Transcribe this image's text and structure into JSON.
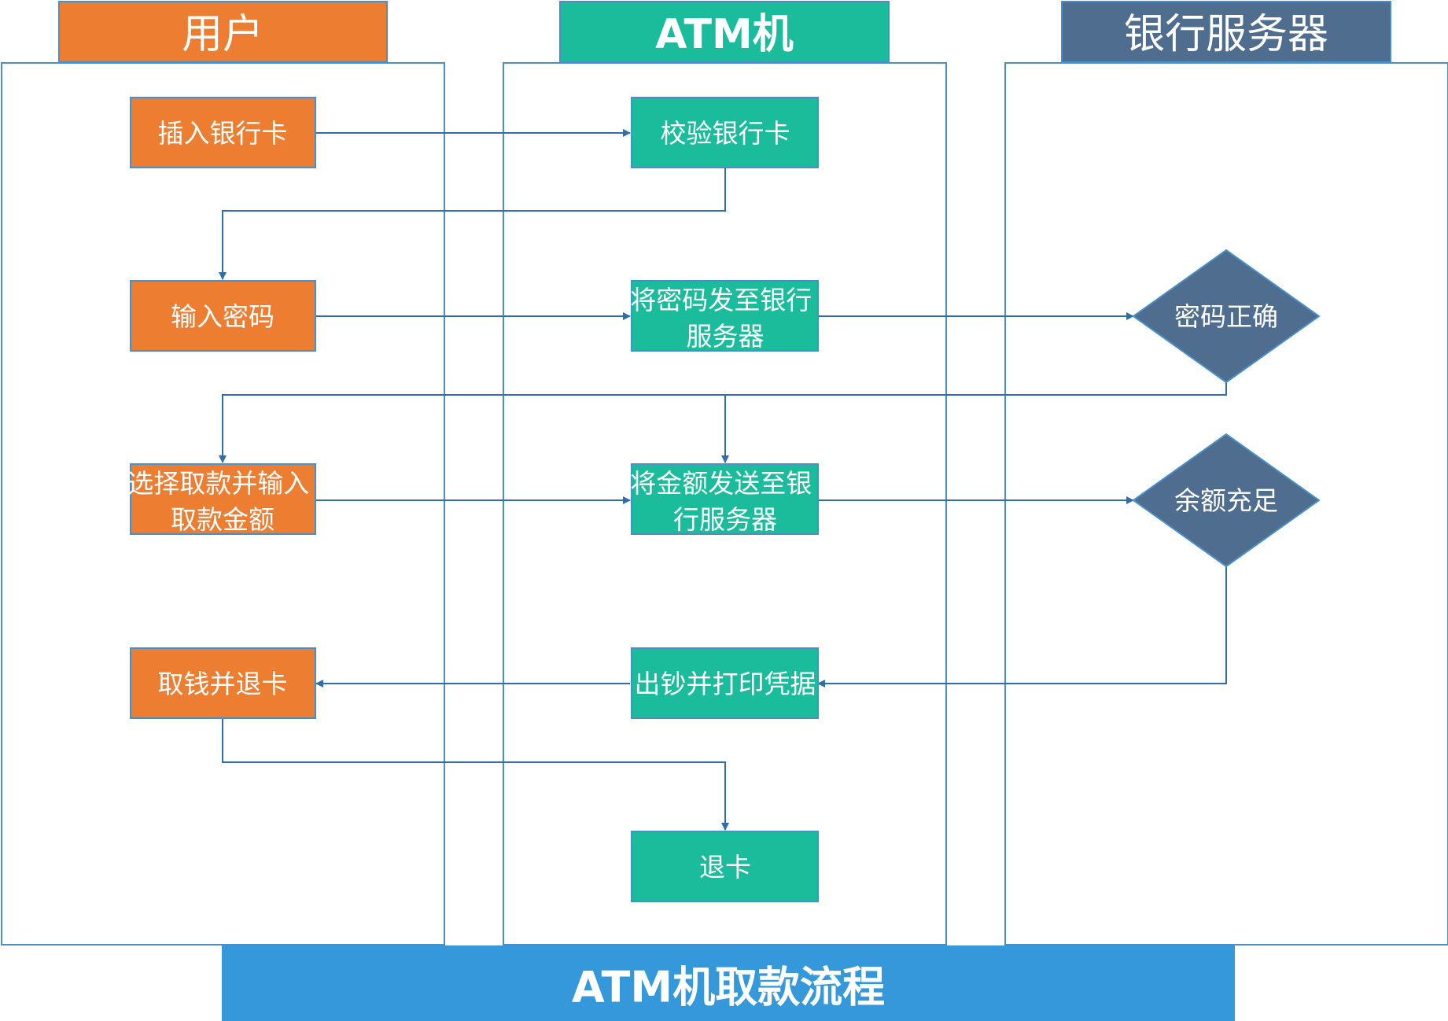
{
  "colors": {
    "user": "#ED7D31",
    "atm": "#1ABC9C",
    "server": "#4E6D8F",
    "footer": "#3498DB",
    "arrow": "#2F6EA8",
    "lane_border": "#4A90C8",
    "text": "#FFFFFF"
  },
  "lanes": {
    "user": {
      "title": "用户"
    },
    "atm": {
      "title": "ATM机"
    },
    "server": {
      "title": "银行服务器"
    }
  },
  "steps": {
    "insert_card": [
      "插入银行卡"
    ],
    "enter_password": [
      "输入密码"
    ],
    "select_amount": [
      "选择取款并输入",
      "取款金额"
    ],
    "take_cash": [
      "取钱并退卡"
    ],
    "verify_card": [
      "校验银行卡"
    ],
    "send_password": [
      "将密码发至银行",
      "服务器"
    ],
    "send_amount": [
      "将金额发送至银",
      "行服务器"
    ],
    "dispense": [
      "出钞并打印凭据"
    ],
    "eject_card": [
      "退卡"
    ],
    "password_ok": [
      "密码正确"
    ],
    "balance_ok": [
      "余额充足"
    ]
  },
  "footer": {
    "title": "ATM机取款流程"
  }
}
